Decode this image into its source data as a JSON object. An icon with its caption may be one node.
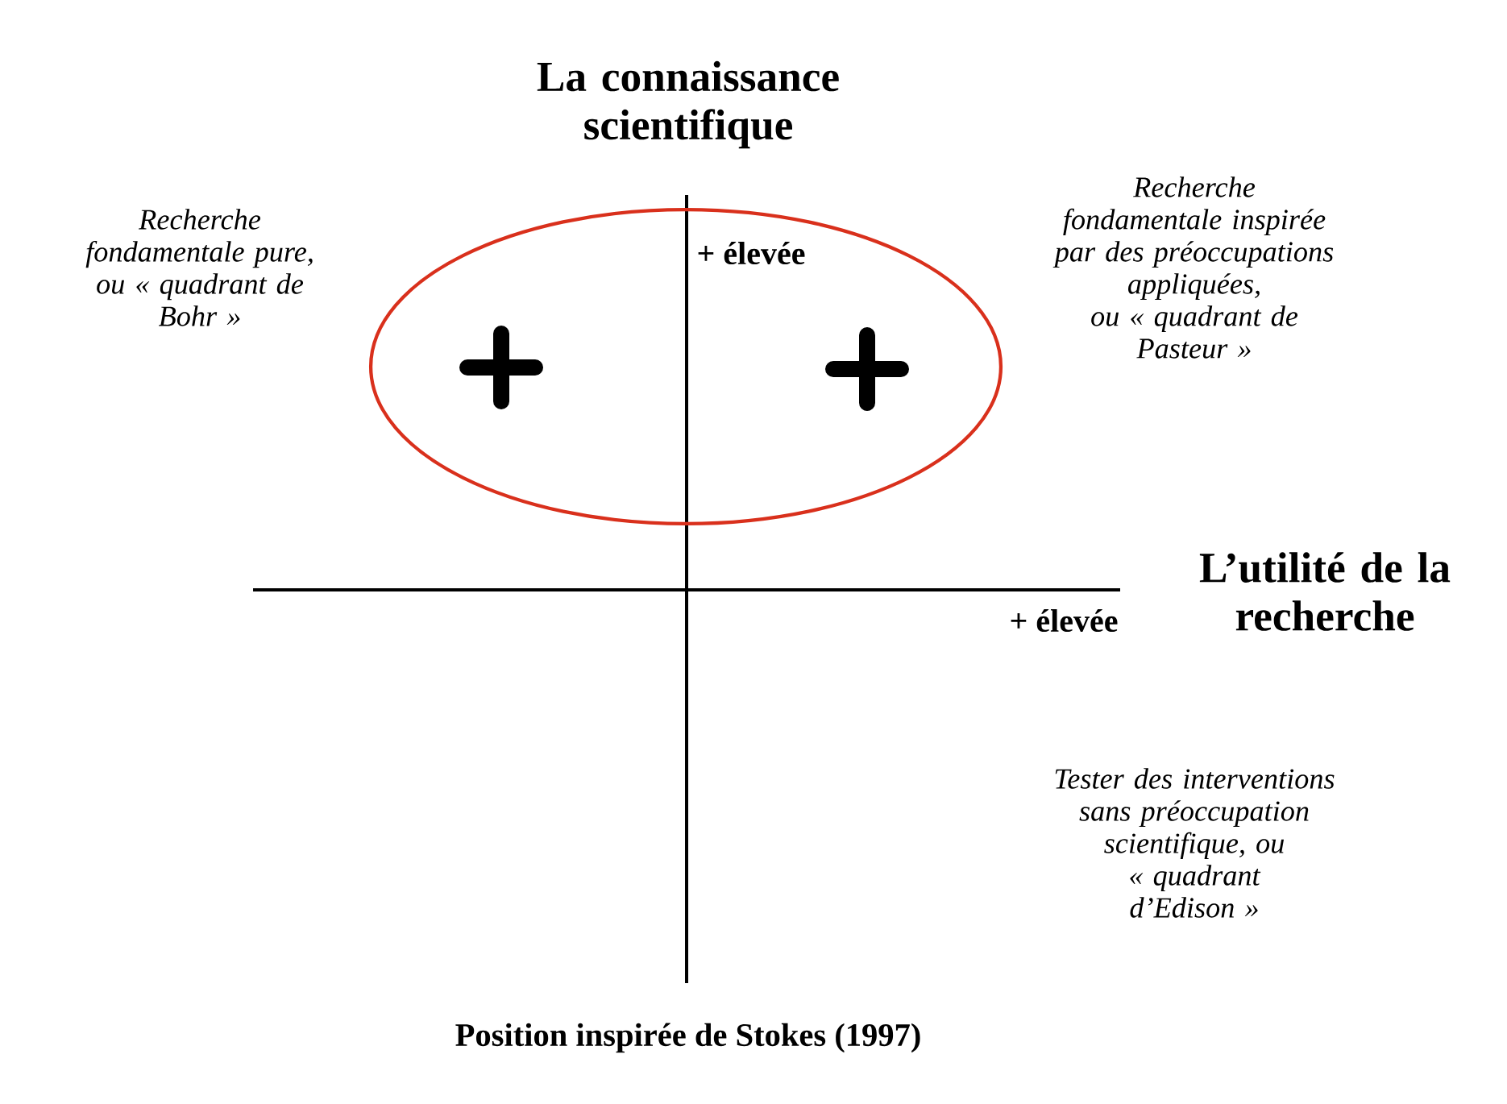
{
  "diagram": {
    "caption": "Position inspirée de Stokes (1997)",
    "labels": [
      "La connaissance scientifique",
      "Recherche fondamentale pure, ou « quadrant de Bohr »",
      "+ élevée",
      "Recherche fondamentale inspirée par des préoccupations appliquées, ou « quadrant de Pasteur »",
      "L’utilité de la recherche",
      "+ élevée",
      "Tester des interventions sans préoccupation scientifique, ou « quadrant d’Edison »"
    ]
  }
}
